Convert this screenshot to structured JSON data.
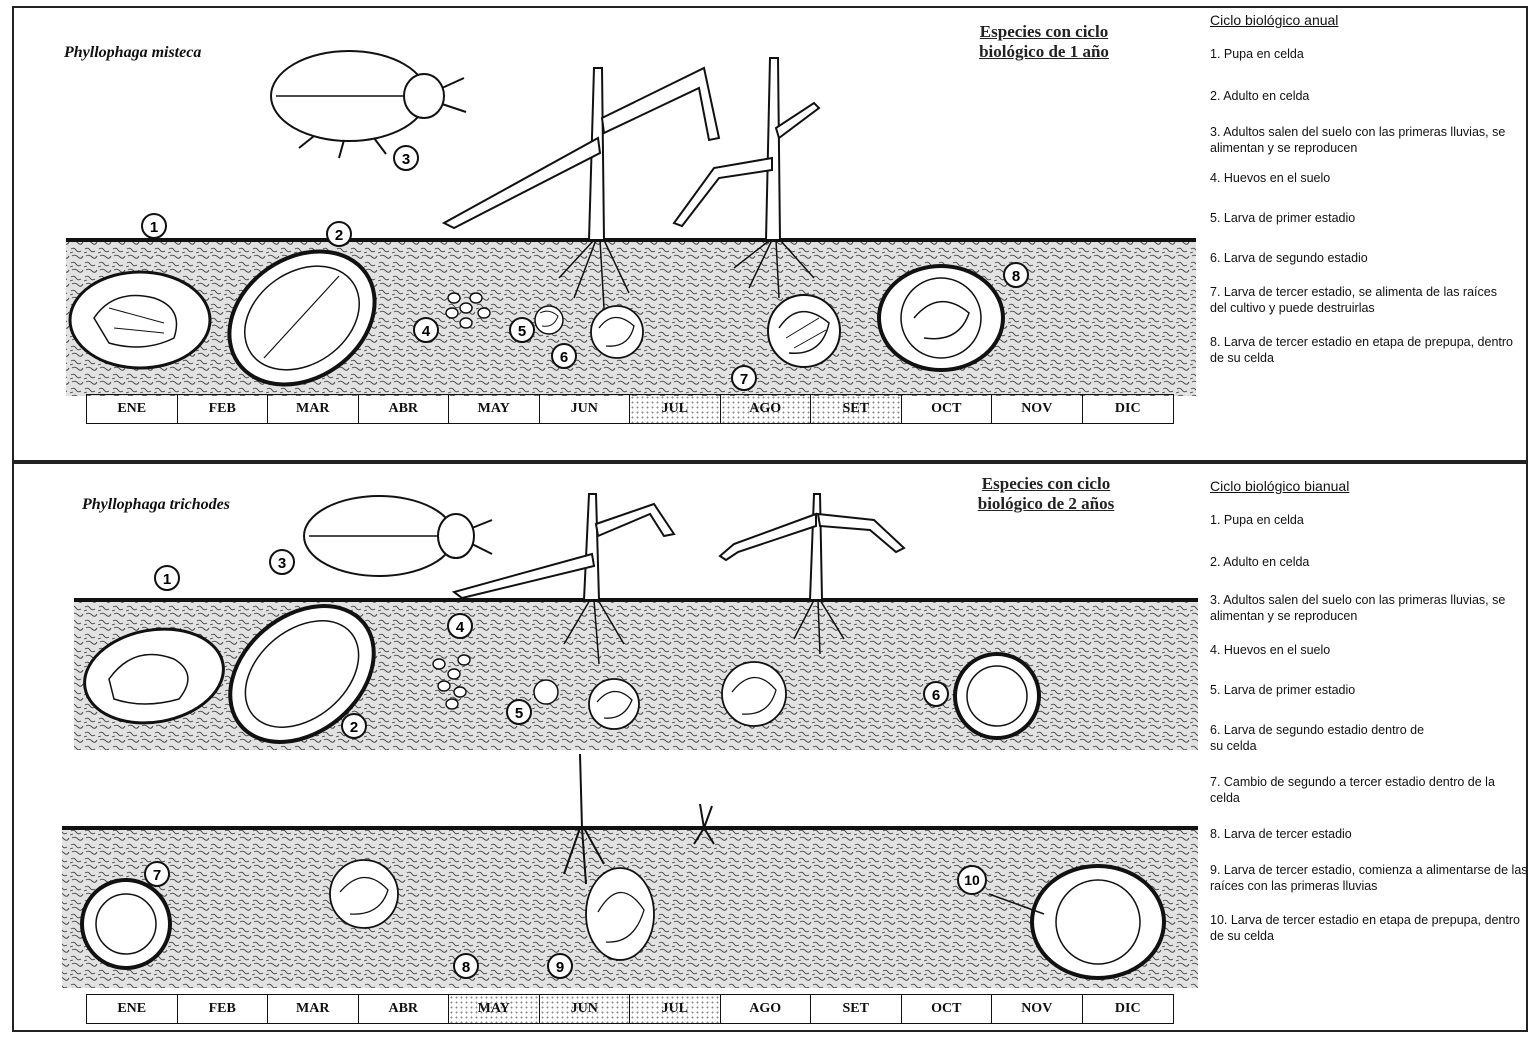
{
  "panels": [
    {
      "species": "Phyllophaga misteca",
      "cycle_title_line1": "Especies con ciclo",
      "cycle_title_line2": "biológico de 1 año",
      "legend_title": "Ciclo biológico anual",
      "legend": [
        "1. Pupa en celda",
        "2. Adulto en celda",
        "3. Adultos salen del suelo con las primeras lluvias, se alimentan y se reproducen",
        "4. Huevos en el suelo",
        "5. Larva de primer estadio",
        "6. Larva de segundo estadio",
        "7. Larva de tercer estadio, se alimenta de las raíces del cultivo y puede destruirlas",
        "8. Larva de tercer estadio en etapa de prepupa, dentro de su celda"
      ],
      "months": [
        "ENE",
        "FEB",
        "MAR",
        "ABR",
        "MAY",
        "JUN",
        "JUL",
        "AGO",
        "SET",
        "OCT",
        "NOV",
        "DIC"
      ],
      "markers": [
        "1",
        "2",
        "3",
        "4",
        "5",
        "6",
        "7",
        "8"
      ]
    },
    {
      "species": "Phyllophaga trichodes",
      "cycle_title_line1": "Especies con ciclo",
      "cycle_title_line2": "biológico de 2 años",
      "legend_title": "Ciclo biológico bianual",
      "legend": [
        "1. Pupa en celda",
        "2. Adulto en celda",
        "3. Adultos salen del suelo con las primeras lluvias, se alimentan y se reproducen",
        "4. Huevos en el suelo",
        "5. Larva de primer estadio",
        "6. Larva de segundo estadio dentro de su celda",
        "7. Cambio de segundo a tercer estadio dentro de la celda",
        "8. Larva de tercer estadio",
        "9. Larva de tercer estadio, comienza a alimentarse de las raíces con las primeras lluvias",
        "10. Larva de tercer estadio en etapa de prepupa, dentro de su celda"
      ],
      "months": [
        "ENE",
        "FEB",
        "MAR",
        "ABR",
        "MAY",
        "JUN",
        "JUL",
        "AGO",
        "SET",
        "OCT",
        "NOV",
        "DIC"
      ],
      "markers": [
        "1",
        "2",
        "3",
        "4",
        "5",
        "6",
        "7",
        "8",
        "9",
        "10"
      ]
    }
  ],
  "colors": {
    "ink": "#1a1a1a",
    "soil": "#d9d9d9",
    "cell": "#ffffff"
  }
}
